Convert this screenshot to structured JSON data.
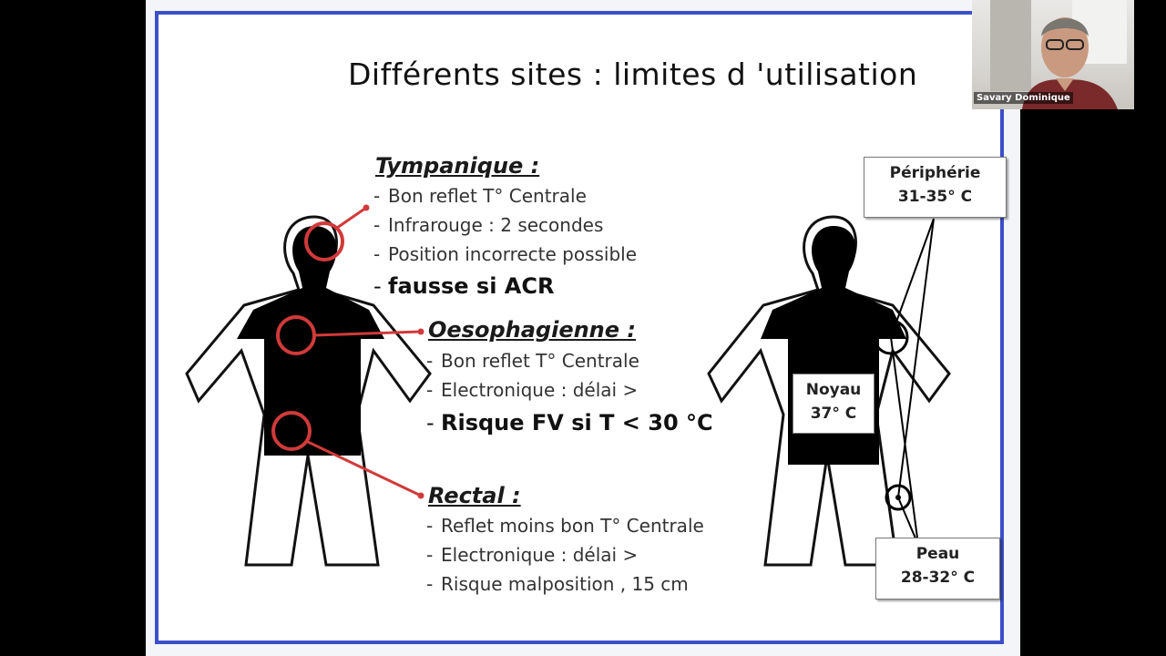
{
  "slide": {
    "title": "Différents sites : limites d 'utilisation",
    "tympanique": {
      "heading": "Tympanique :",
      "items": [
        "Bon reflet T° Centrale",
        "Infrarouge : 2 secondes",
        "Position  incorrecte possible"
      ],
      "emphasis": "fausse si ACR"
    },
    "oesophagienne": {
      "heading": "Oesophagienne :",
      "items": [
        "Bon reflet T° Centrale",
        "Electronique : délai >"
      ],
      "emphasis": "Risque FV si T < 30 °C"
    },
    "rectal": {
      "heading": "Rectal :",
      "items": [
        "Reflet  moins bon T° Centrale",
        "Electronique : délai >",
        "Risque  malposition , 15 cm"
      ]
    },
    "zones": {
      "peripherie": {
        "label": "Périphérie",
        "value": "31-35° C"
      },
      "noyau": {
        "label": "Noyau",
        "value": "37° C"
      },
      "peau": {
        "label": "Peau",
        "value": "28-32° C"
      }
    },
    "colors": {
      "accent": "#d13a3a",
      "frame": "#3b4fc9"
    }
  },
  "video": {
    "participant_name": "Savary Dominique"
  }
}
